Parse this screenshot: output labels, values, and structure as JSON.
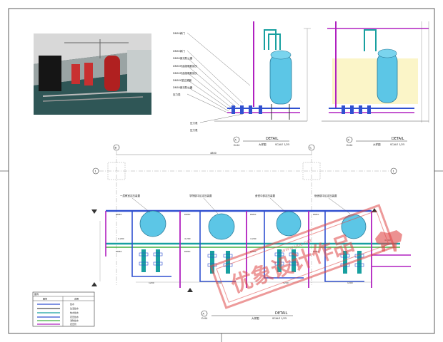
{
  "labels": {
    "callouts": [
      "DN50阀门",
      "DN50阀门",
      "DN50倒流防止器",
      "DN50可曲挠橡胶接头",
      "DN50可曲挠橡胶接头",
      "DN50Y型过滤器",
      "DN50倒流防止器",
      "压力表",
      "压力表"
    ],
    "detail": "DETAIL",
    "plan_label": "大样图",
    "scale": "SCALE 1/25",
    "scale_lower": "SCALE 1/25",
    "grid_b": "B",
    "grid_c": "C",
    "grid_1": "1",
    "dim_top": "4800",
    "section_a": "A",
    "section_b": "B",
    "sheet_no": "D-04",
    "unit_titles": [
      "一层教室定压装置",
      "学院楼中区定压装置",
      "食堂中部定压装置",
      "宿舍楼中区定压装置"
    ],
    "dims": [
      "DN50",
      "DN50",
      "DN50",
      "DN50",
      "DN50",
      "DN50",
      "DN50",
      "DN50",
      "1200",
      "1200",
      "1200",
      "1200",
      "4.200",
      "4.200",
      "4.200",
      "4.200"
    ],
    "legend_title": "图例",
    "legend_headers": [
      "图例",
      "说明"
    ],
    "legend_rows": [
      "给水",
      "生活给水",
      "热水给水",
      "定压给水",
      "消防给水",
      "定压管"
    ],
    "stamp": "优象设计作品",
    "stamp_url": "www.yoc.net"
  },
  "colors": {
    "pipe_magenta": "#b020c0",
    "pipe_blue": "#3050d0",
    "pipe_teal": "#18a0a0",
    "pipe_green": "#40b040",
    "tank": "#5cc6e6",
    "stamp": "#e04848"
  }
}
